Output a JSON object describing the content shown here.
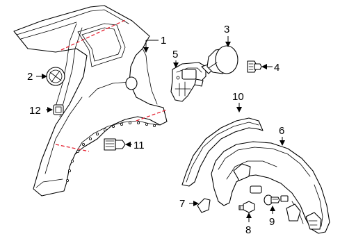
{
  "diagram": {
    "callouts": [
      {
        "id": "c1",
        "number": "1"
      },
      {
        "id": "c2",
        "number": "2"
      },
      {
        "id": "c3",
        "number": "3"
      },
      {
        "id": "c4",
        "number": "4"
      },
      {
        "id": "c5",
        "number": "5"
      },
      {
        "id": "c6",
        "number": "6"
      },
      {
        "id": "c7",
        "number": "7"
      },
      {
        "id": "c8",
        "number": "8"
      },
      {
        "id": "c9",
        "number": "9"
      },
      {
        "id": "c10",
        "number": "10"
      },
      {
        "id": "c11",
        "number": "11"
      },
      {
        "id": "c12",
        "number": "12"
      }
    ],
    "colors": {
      "line": "#000000",
      "cut_line": "#e41d2d",
      "background": "#ffffff"
    }
  }
}
